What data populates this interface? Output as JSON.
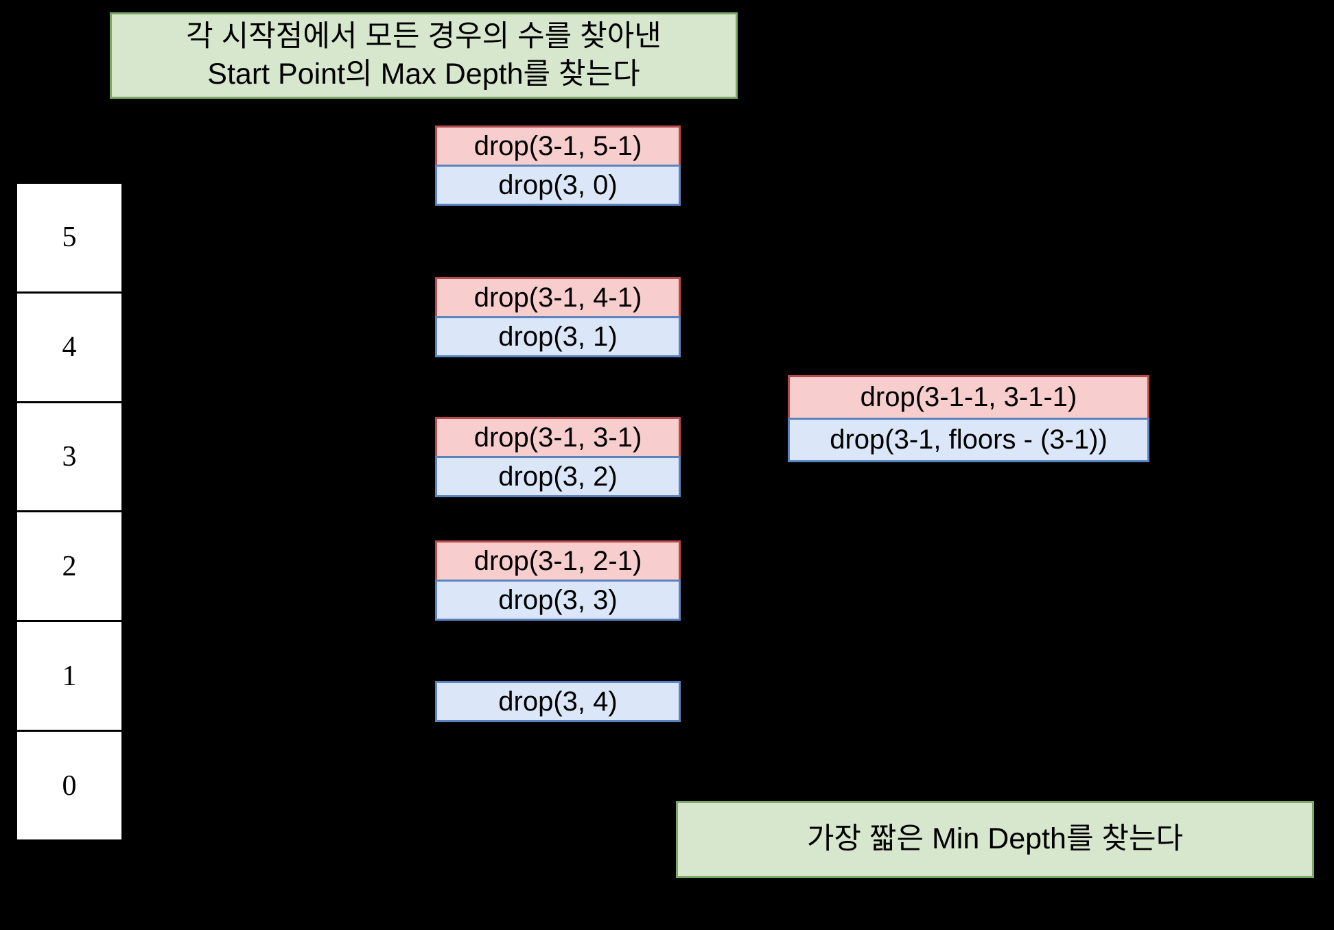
{
  "diagram": {
    "title_note": {
      "line1": "각 시작점에서 모든 경우의 수를 찾아낸",
      "line2": "Start Point의 Max Depth를 찾는다"
    },
    "footer_note": {
      "line1": "가장 짧은 Min Depth를 찾는다"
    },
    "colors": {
      "background": "#000000",
      "note_fill": "#d7e7cd",
      "note_border": "#7ea86a",
      "red_fill": "#f7cdcd",
      "red_border": "#b84b4b",
      "blue_fill": "#dbe7f8",
      "blue_border": "#5b84bf",
      "floor_fill": "#ffffff",
      "floor_border": "#000000"
    },
    "floors": {
      "labels": [
        "5",
        "4",
        "3",
        "2",
        "1",
        "0"
      ]
    },
    "middle_column": {
      "groups": [
        {
          "red": "drop(3-1, 5-1)",
          "blue": "drop(3, 0)"
        },
        {
          "red": "drop(3-1, 4-1)",
          "blue": "drop(3, 1)"
        },
        {
          "red": "drop(3-1, 3-1)",
          "blue": "drop(3, 2)"
        },
        {
          "red": "drop(3-1, 2-1)",
          "blue": "drop(3, 3)"
        },
        {
          "red": null,
          "blue": "drop(3, 4)"
        }
      ]
    },
    "right_column": {
      "groups": [
        {
          "red": "drop(3-1-1, 3-1-1)",
          "blue": "drop(3-1, floors - (3-1))"
        }
      ]
    }
  }
}
